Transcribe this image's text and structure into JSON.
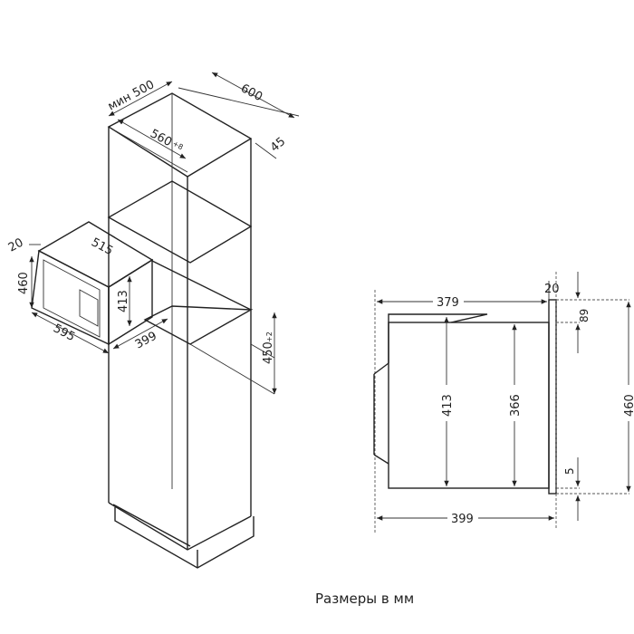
{
  "iso_view": {
    "dims": {
      "min_depth": "мин 500",
      "width_600": "600",
      "niche_width": "560",
      "niche_width_tol": "+8",
      "gap_45": "45",
      "frame_20": "20",
      "depth_515": "515",
      "height_460": "460",
      "height_413": "413",
      "width_595": "595",
      "depth_399": "399",
      "niche_height": "450",
      "niche_height_tol": "+2"
    }
  },
  "side_view": {
    "dims": {
      "depth_379": "379",
      "frame_20": "20",
      "top_89": "89",
      "height_413": "413",
      "height_366": "366",
      "height_460": "460",
      "bottom_5": "5",
      "depth_399": "399"
    }
  },
  "caption": "Размеры в мм"
}
